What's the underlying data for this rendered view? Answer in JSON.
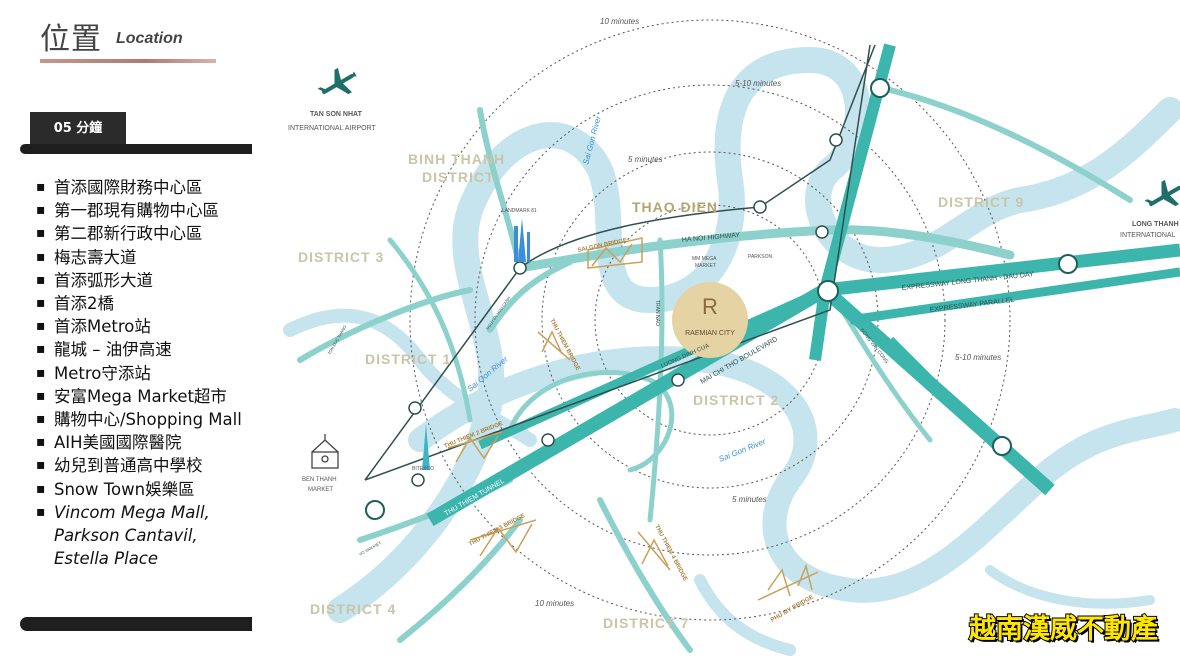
{
  "header": {
    "title_zh": "位置",
    "title_en": "Location"
  },
  "panel": {
    "heading": "05 分鐘",
    "items": [
      "首添國際財務中心區",
      "第一郡現有購物中心區",
      "第二郡新行政中心區",
      "梅志壽大道",
      "首添弧形大道",
      "首添2橋",
      "首添Metro站",
      "龍城 – 油伊高速",
      "Metro守添站",
      "安富Mega Market超市",
      "購物中心/Shopping Mall",
      "AIH美國國際醫院",
      "幼兒到普通高中學校",
      "Snow Town娛樂區",
      "Vincom Mega Mall, Parkson Cantavil, Estella Place"
    ]
  },
  "map": {
    "districts": {
      "binh_thanh": "BINH THANH",
      "district_word": "DISTRICT",
      "thao_dien": "THAO DIEN",
      "district_3": "DISTRICT 3",
      "district_9": "DISTRICT 9",
      "district_1": "DISTRICT 1",
      "district_2": "DISTRICT 2",
      "district_4": "DISTRICT 4",
      "district_7": "DISTRICT 7"
    },
    "rings": {
      "r10_top": "10 minutes",
      "r5_10_top": "5-10 minutes",
      "r5_top": "5 minutes",
      "r5_10_right": "5-10 minutes",
      "r5_bottom": "5 minutes",
      "r10_bottom": "10 minutes"
    },
    "places": {
      "tsn_airport_1": "TAN SON NHAT",
      "tsn_airport_2": "INTERNATIONAL AIRPORT",
      "long_thanh_1": "LONG THANH",
      "long_thanh_2": "INTERNATIONAL",
      "landmark81": "LANDMARK 81",
      "ben_thanh_1": "BEN THANH",
      "ben_thanh_2": "MARKET",
      "bitexco": "BITEXCO",
      "mm_mega_1": "MM MEGA",
      "mm_mega_2": "MARKET",
      "parkson": "PARKSON",
      "raemian": "RAEMIAN CITY"
    },
    "roads": {
      "ha_noi_highway": "HA NOI HIGHWAY",
      "expressway_1": "EXPRESSWAY LONG THANH - DAU DAY",
      "expressway_2": "EXPRESSWAY PARALLEL",
      "mai_chi_tho": "MAI CHI THO BOULEVARD",
      "luong_dinh_cua": "LUONG DINH CUA",
      "thu_thiem_tunnel": "THU THIEM TUNNEL",
      "nguyen_huu_canh": "NGUYEN HUU CANH",
      "ton_duc_thang": "TON DUC THANG",
      "vo_van_kiet": "VO VAN KIET",
      "tran_nao": "TRAN NAO",
      "dong_van_cong": "DONG VAN CONG"
    },
    "rivers": {
      "saigon_1": "Sai Gon River",
      "saigon_2": "Sai Gon River",
      "saigon_3": "Sai Gon River"
    },
    "bridges": {
      "saigon": "SAI GON BRIDGE",
      "thu_thiem_1": "THU THIEM BRIDGE",
      "thu_thiem_2": "THU THIEM 2 BRIDGE",
      "thu_thiem_3": "THU THIEM 3 BRIDGE",
      "thu_thiem_4": "THU THIEM 4 BRIDGE",
      "phu_my": "PHU MY BRIDGE"
    }
  },
  "watermark": "越南漢威不動產",
  "colors": {
    "river": "#c6e4ee",
    "road": "#3cb5ad",
    "road_light": "#8dd1cc",
    "metro": "#2f4f4f",
    "gold": "#c8a15a",
    "district_text": "#c9c5a8",
    "raemian_circle": "#e6d3a3"
  }
}
